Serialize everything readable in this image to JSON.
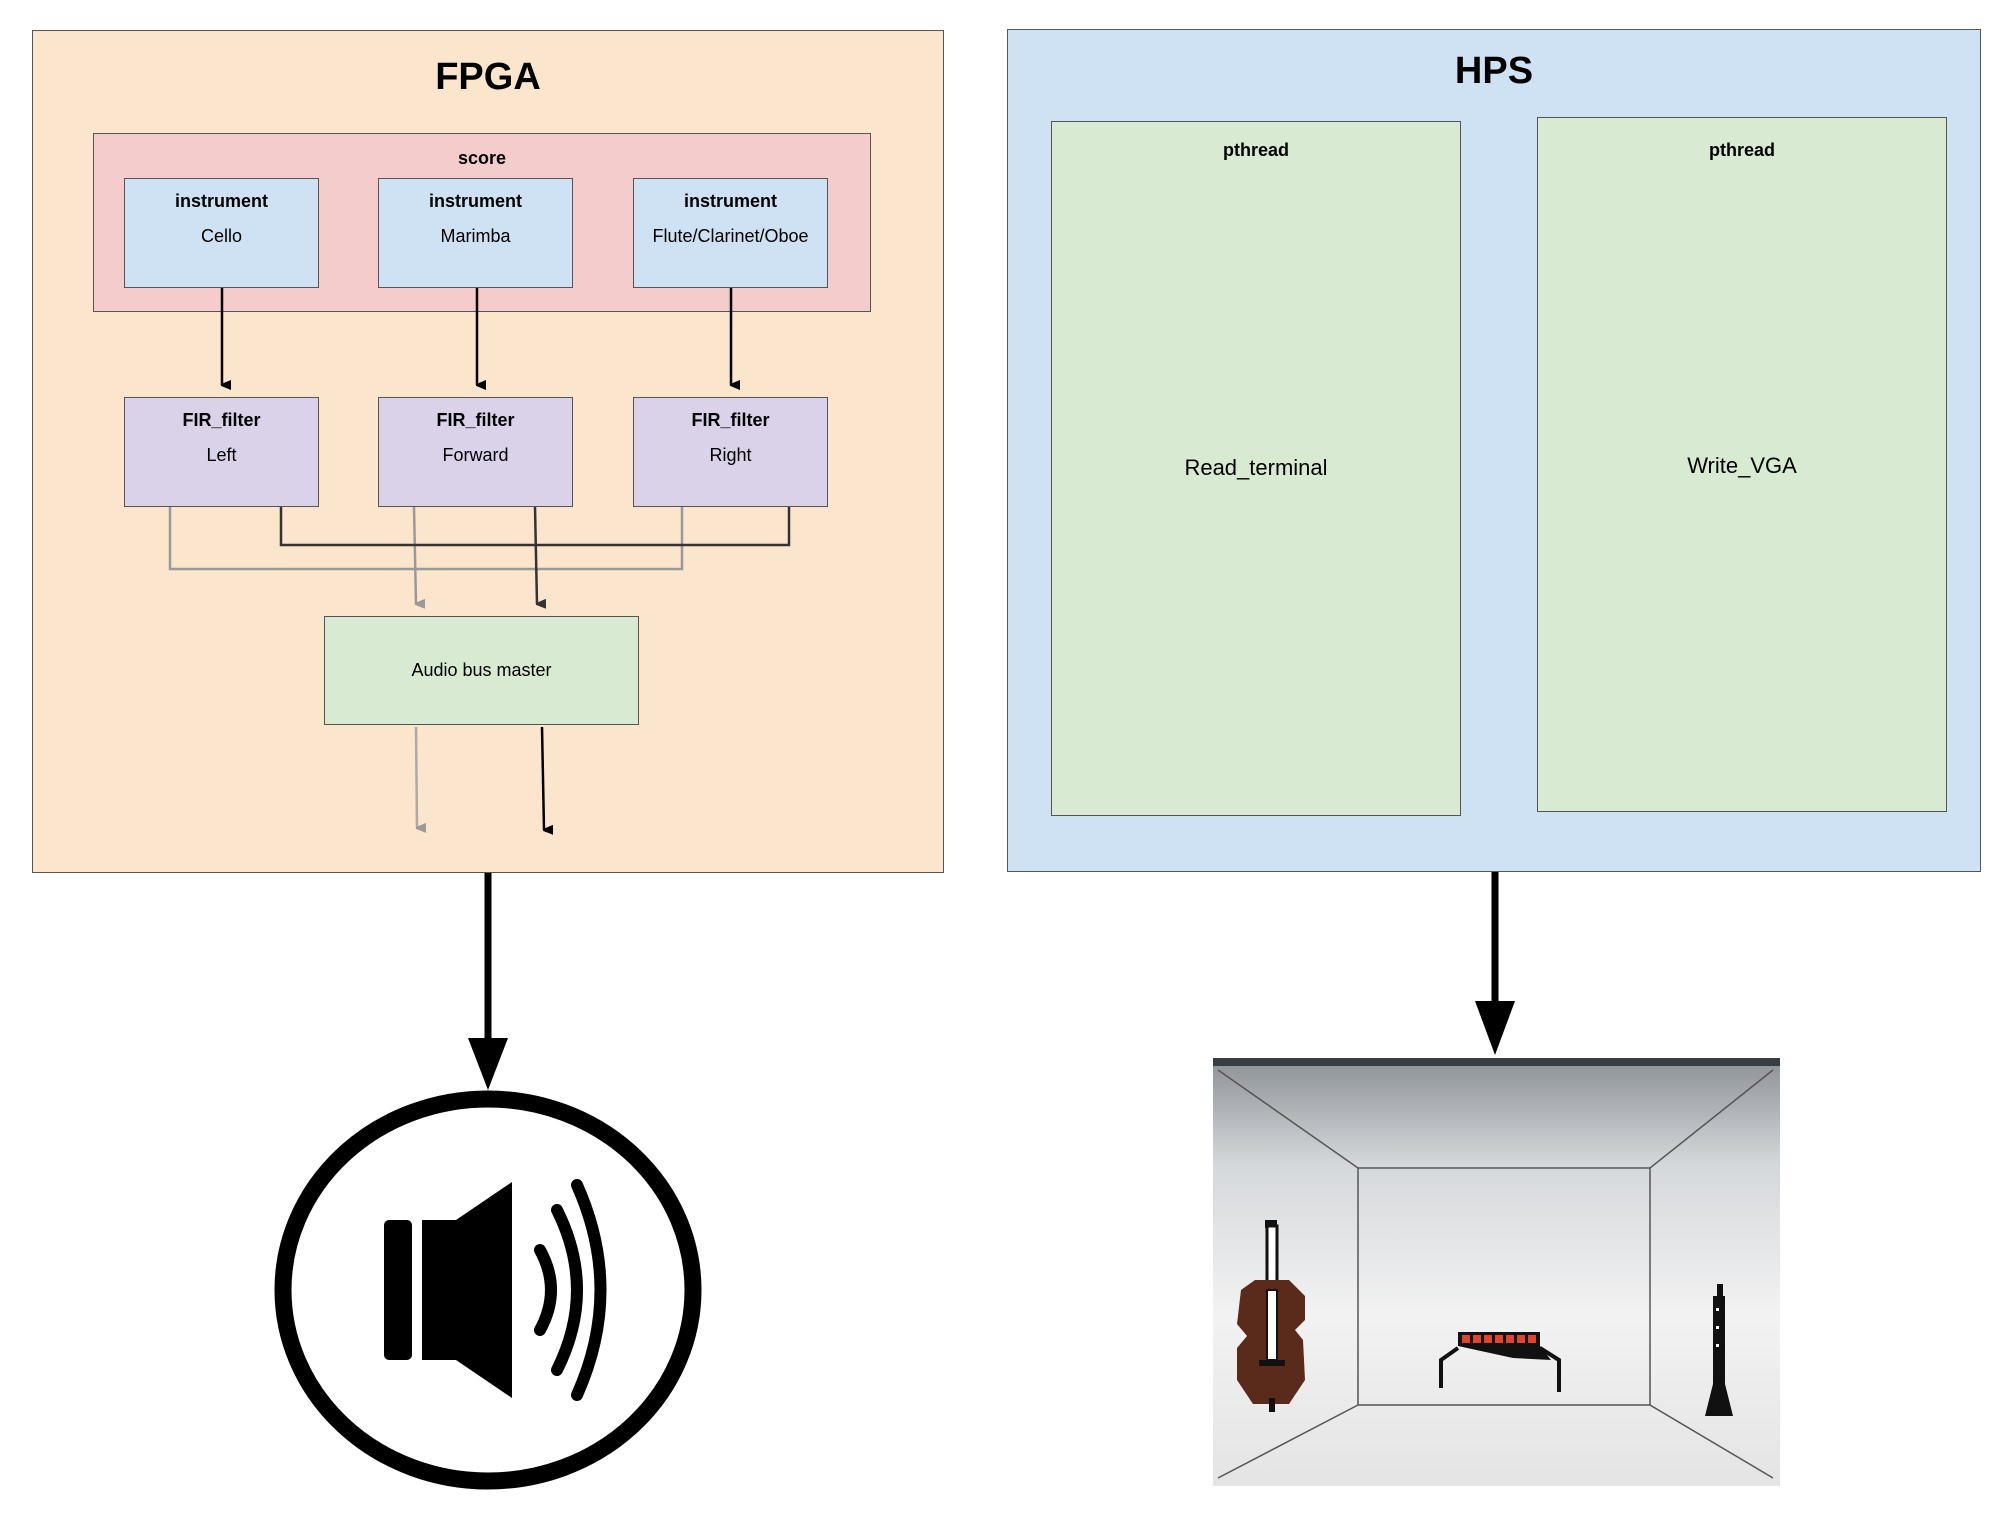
{
  "fpga": {
    "title": "FPGA",
    "score_label": "score",
    "instruments": [
      {
        "label": "instrument",
        "name": "Cello"
      },
      {
        "label": "instrument",
        "name": "Marimba"
      },
      {
        "label": "instrument",
        "name": "Flute/Clarinet/Oboe"
      }
    ],
    "filters": [
      {
        "label": "FIR_filter",
        "name": "Left"
      },
      {
        "label": "FIR_filter",
        "name": "Forward"
      },
      {
        "label": "FIR_filter",
        "name": "Right"
      }
    ],
    "audio_bus": "Audio bus master"
  },
  "hps": {
    "title": "HPS",
    "threads": [
      {
        "label": "pthread",
        "name": "Read_terminal"
      },
      {
        "label": "pthread",
        "name": "Write_VGA"
      }
    ]
  },
  "outputs": {
    "speaker_icon": "speaker-volume-icon",
    "vga_image": "vga-screen-photo"
  },
  "colors": {
    "fpga_bg": "#fce5cd",
    "hps_bg": "#cfe2f3",
    "score_bg": "#f4cccc",
    "instrument_bg": "#cfe2f3",
    "filter_bg": "#d9d2e9",
    "green_bg": "#d9ead3"
  }
}
